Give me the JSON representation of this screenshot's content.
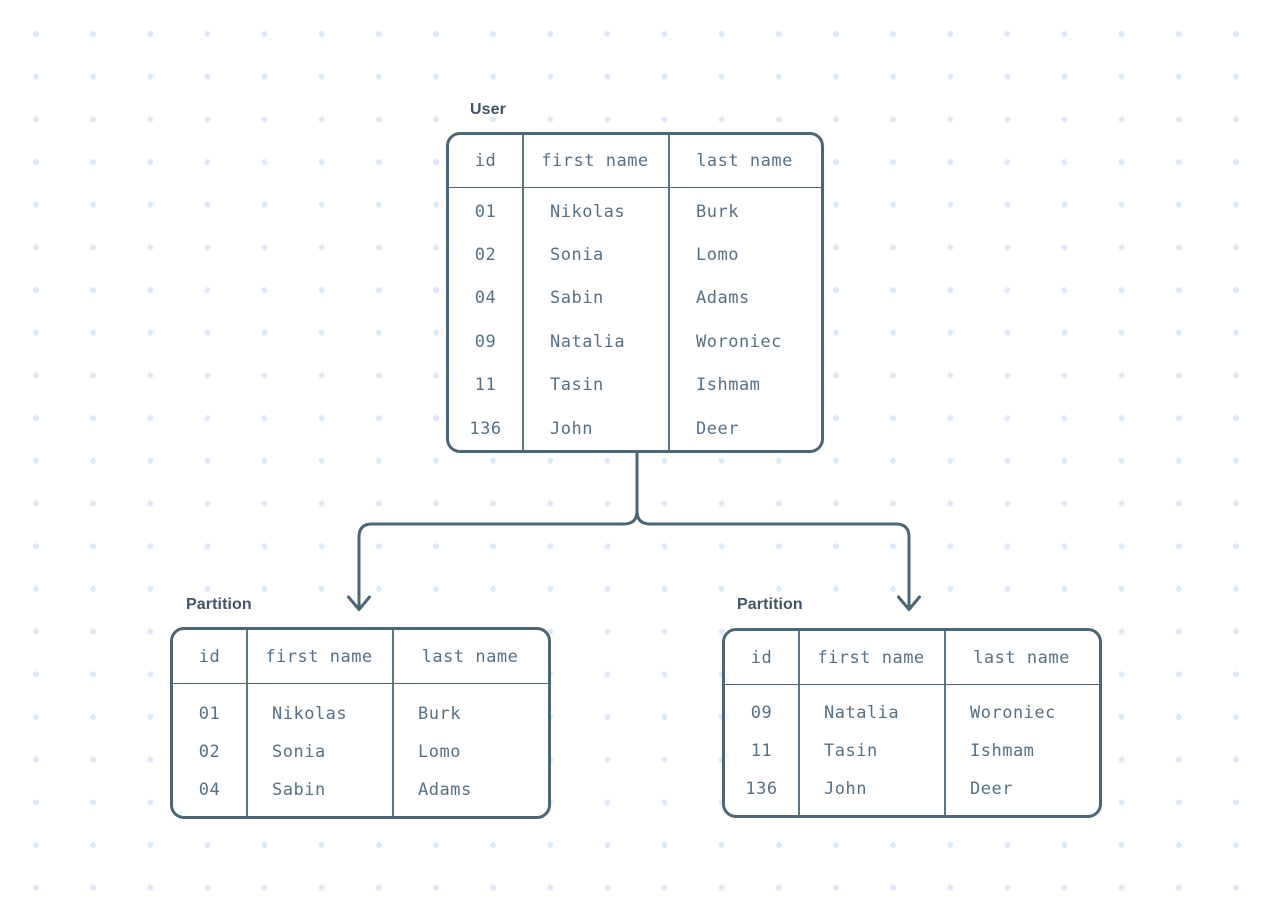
{
  "colors": {
    "background": "#ffffff",
    "line": "#4c6676",
    "cell_text": "#577085",
    "title_text": "#445468",
    "dot": "#dde9fb"
  },
  "tables": [
    {
      "title": "User",
      "columns": [
        "id",
        "first name",
        "last name"
      ],
      "rows": [
        [
          "01",
          "Nikolas",
          "Burk"
        ],
        [
          "02",
          "Sonia",
          "Lomo"
        ],
        [
          "04",
          "Sabin",
          "Adams"
        ],
        [
          "09",
          "Natalia",
          "Woroniec"
        ],
        [
          "11",
          "Tasin",
          "Ishmam"
        ],
        [
          "136",
          "John",
          "Deer"
        ]
      ]
    },
    {
      "title": "Partition",
      "columns": [
        "id",
        "first name",
        "last name"
      ],
      "rows": [
        [
          "01",
          "Nikolas",
          "Burk"
        ],
        [
          "02",
          "Sonia",
          "Lomo"
        ],
        [
          "04",
          "Sabin",
          "Adams"
        ]
      ]
    },
    {
      "title": "Partition",
      "columns": [
        "id",
        "first name",
        "last name"
      ],
      "rows": [
        [
          "09",
          "Natalia",
          "Woroniec"
        ],
        [
          "11",
          "Tasin",
          "Ishmam"
        ],
        [
          "136",
          "John",
          "Deer"
        ]
      ]
    }
  ]
}
